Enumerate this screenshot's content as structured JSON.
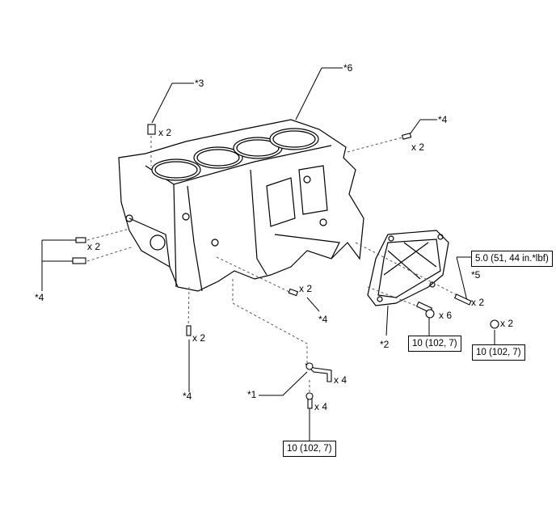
{
  "callouts": {
    "c1": "*1",
    "c2": "*2",
    "c3": "*3",
    "c4_top": "*4",
    "c4_left": "*4",
    "c4_mid": "*4",
    "c4_bottom": "*4",
    "c5": "*5",
    "c6": "*6"
  },
  "quantities": {
    "pin_top": "x 2",
    "stud_top_right": "x 2",
    "pins_left": "x 2",
    "pin_mid": "x 2",
    "pin_bottom": "x 2",
    "sensor": "x 4",
    "sensor_bolt": "x 4",
    "plate_bolt": "x 6",
    "stud_right": "x 2",
    "nut": "x 2"
  },
  "torque": {
    "sensor_bolt": "10 (102, 7)",
    "plate_bolt": "10 (102, 7)",
    "nut": "10 (102, 7)",
    "stud": "5.0 (51, 44 in.*lbf)"
  }
}
